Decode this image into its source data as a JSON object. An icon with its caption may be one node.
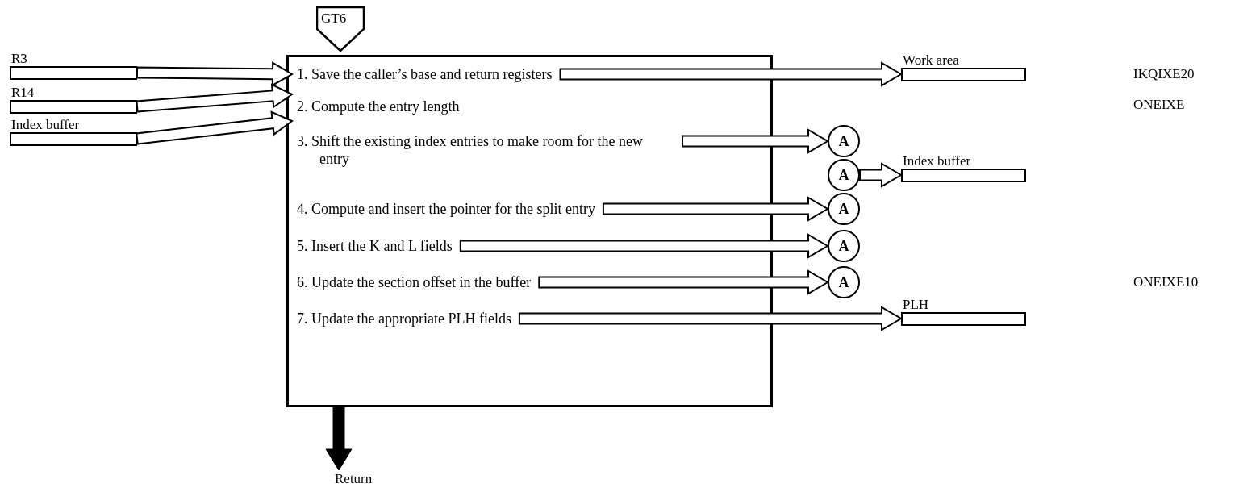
{
  "diagram": {
    "nodes": [
      {
        "text": [
          "R3"
        ]
      },
      {
        "text": [
          "R14"
        ]
      },
      {
        "text": [
          "Index buffer"
        ]
      },
      {
        "text": [
          "GT6"
        ]
      },
      {
        "text": [],
        "shape": "box"
      },
      {
        "text": [
          "1. Save the caller’s base and return registers"
        ],
        "in": 4
      },
      {
        "text": [
          "2. Compute the entry length"
        ],
        "in": 4
      },
      {
        "text": [
          "3. Shift the existing index entries to make room for the new entry"
        ],
        "in": 4
      },
      {
        "text": [
          "4. Compute and insert the pointer for the split entry"
        ],
        "in": 4
      },
      {
        "text": [
          "5. Insert the K and L fields"
        ],
        "in": 4
      },
      {
        "text": [
          "6. Update the section offset in the buffer"
        ],
        "in": 4
      },
      {
        "text": [
          "7. Update the appropriate PLH fields"
        ],
        "in": 4
      },
      {
        "text": [
          "Work area"
        ]
      },
      {
        "text": [
          "A"
        ]
      },
      {
        "text": [
          "A"
        ]
      },
      {
        "text": [
          "Index buffer"
        ]
      },
      {
        "text": [
          "A"
        ]
      },
      {
        "text": [
          "A"
        ]
      },
      {
        "text": [
          "A"
        ]
      },
      {
        "text": [
          "PLH"
        ]
      },
      {
        "text": [
          "Return"
        ]
      }
    ],
    "edges": [
      {
        "from": 0,
        "to": 5,
        "arrow": "to"
      },
      {
        "from": 1,
        "to": 5,
        "arrow": "to"
      },
      {
        "from": 2,
        "to": 6,
        "arrow": "to"
      },
      {
        "from": 5,
        "to": 12,
        "arrow": "to"
      },
      {
        "from": 7,
        "to": 13,
        "arrow": "to"
      },
      {
        "from": 14,
        "to": 15,
        "arrow": "to"
      },
      {
        "from": 8,
        "to": 16,
        "arrow": "to"
      },
      {
        "from": 9,
        "to": 17,
        "arrow": "to"
      },
      {
        "from": 10,
        "to": 18,
        "arrow": "to"
      },
      {
        "from": 11,
        "to": 19,
        "arrow": "to"
      },
      {
        "from": 4,
        "to": 20,
        "arrow": "to",
        "style": "thick"
      }
    ],
    "labels": [
      "IKQIXE20",
      "ONEIXE",
      "ONEIXE10"
    ]
  }
}
